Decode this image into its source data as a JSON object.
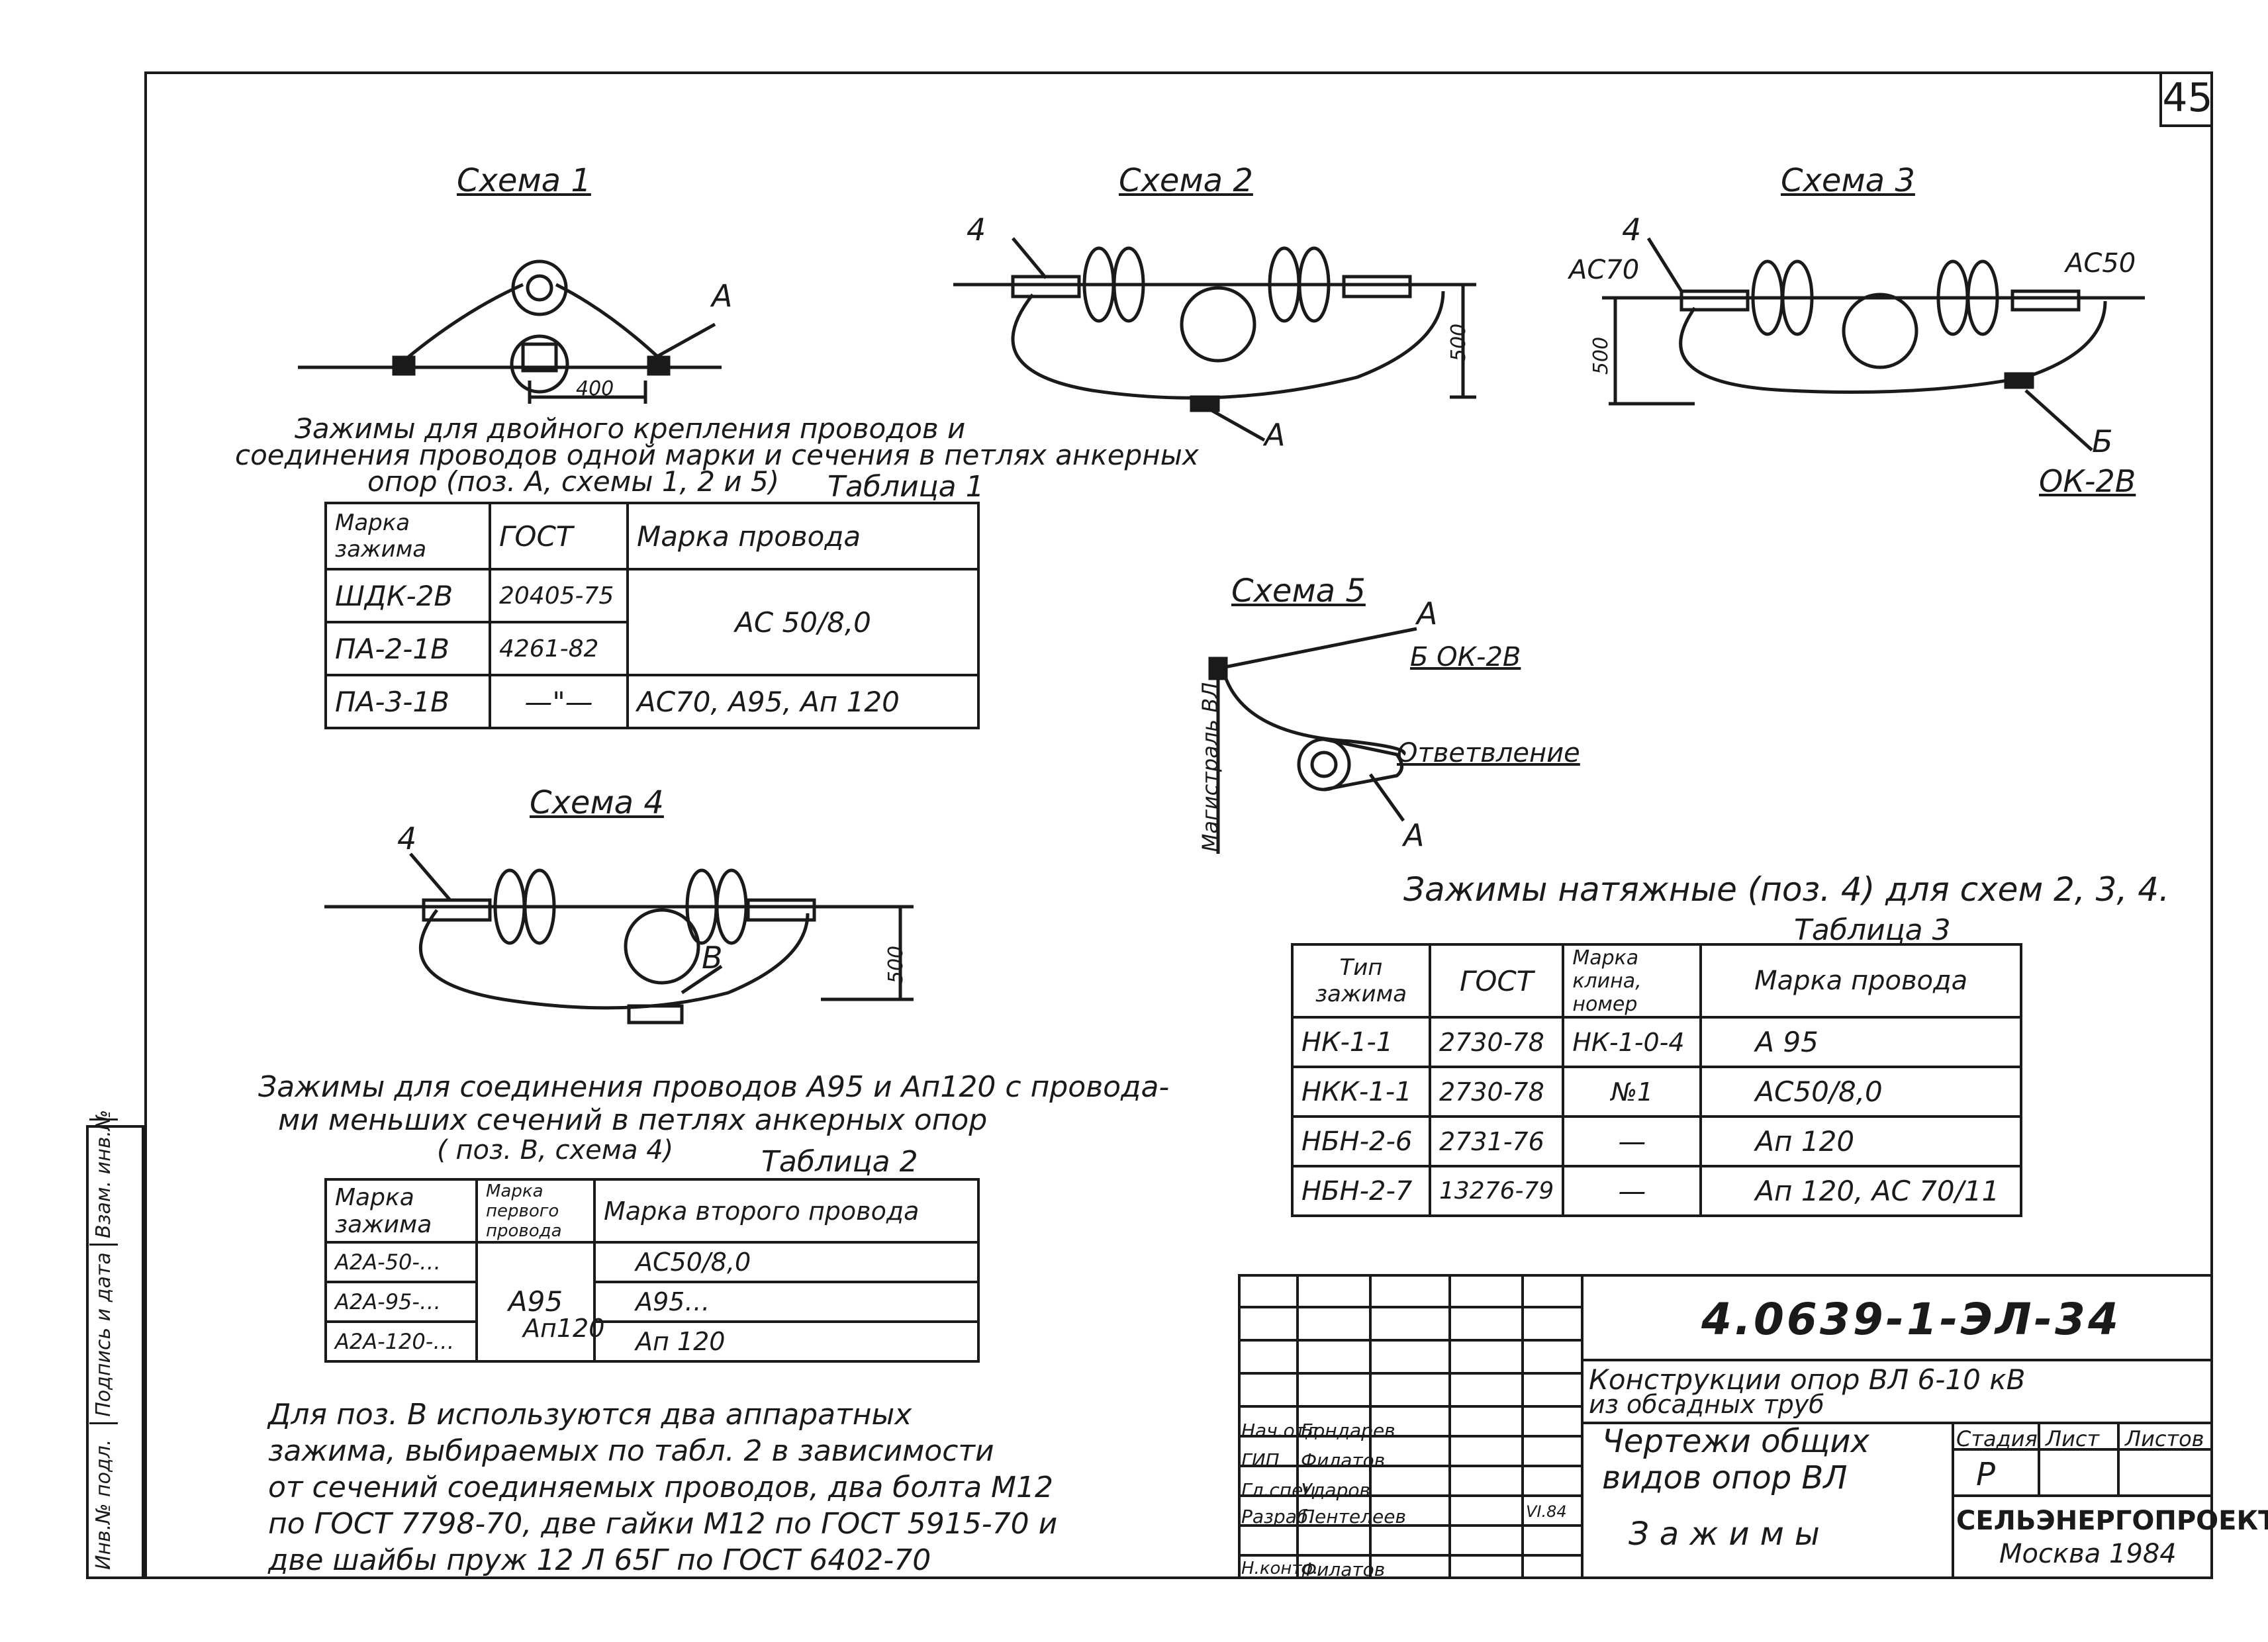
{
  "page_number": "45",
  "schemes": {
    "s1": {
      "title": "Схема 1",
      "label_A": "А",
      "dim": "400"
    },
    "s2": {
      "title": "Схема 2",
      "label_4": "4",
      "label_A": "А",
      "dim": "500"
    },
    "s3": {
      "title": "Схема 3",
      "label_4": "4",
      "label_ac70": "АС70",
      "label_ac50": "АС50",
      "dim": "500",
      "label_B": "Б",
      "label_ok": "ОК-2В"
    },
    "s4": {
      "title": "Схема 4",
      "label_4": "4",
      "label_V": "В",
      "dim": "500"
    },
    "s5": {
      "title": "Схема 5",
      "label_A1": "А",
      "label_B_ok": "Б ОК-2В",
      "label_main": "Магистраль ВЛ",
      "label_branch": "Ответвление",
      "label_A2": "А"
    }
  },
  "table1": {
    "caption": "Зажимы для двойного крепления проводов и соединения проводов одной марки и сечения в петлях анкерных опор (поз. А, схемы 1, 2 и 5)",
    "caption_line1": "Зажимы для двойного крепления проводов и",
    "caption_line2": "соединения проводов одной марки и сечения в петлях анкерных",
    "caption_line3": "опор (поз. А, схемы 1, 2 и 5)",
    "name": "Таблица 1",
    "headers": [
      "Марка зажима",
      "ГОСТ",
      "Марка провода"
    ],
    "rows": [
      [
        "ШДК-2В",
        "20405-75",
        "АС 50/8,0"
      ],
      [
        "ПА-2-1В",
        "4261-82",
        ""
      ],
      [
        "ПА-3-1В",
        "—\"—",
        "АС70, А95, Ап 120"
      ]
    ]
  },
  "table2": {
    "caption_line1": "Зажимы для соединения проводов А95 и Ап120 с провода-",
    "caption_line2": "ми меньших сечений в петлях анкерных опор",
    "caption_line3": "( поз. В, схема 4)",
    "name": "Таблица 2",
    "headers": [
      "Марка зажима",
      "Марка первого провода",
      "Марка второго провода"
    ],
    "rows": [
      [
        "А2А-50-…",
        "А95",
        "АС50/8,0"
      ],
      [
        "А2А-95-…",
        "Ап120",
        "А95…"
      ],
      [
        "А2А-120-…",
        "",
        "Ап 120"
      ]
    ]
  },
  "table3": {
    "caption": "Зажимы натяжные (поз. 4) для схем 2, 3, 4.",
    "name": "Таблица 3",
    "headers": [
      "Тип зажима",
      "ГОСТ",
      "Марка клина, номер",
      "Марка провода"
    ],
    "rows": [
      [
        "НК-1-1",
        "2730-78",
        "НК-1-0-4",
        "А 95"
      ],
      [
        "НКК-1-1",
        "2730-78",
        "№1",
        "АС50/8,0"
      ],
      [
        "НБН-2-6",
        "2731-76",
        "—",
        "Ап 120"
      ],
      [
        "НБН-2-7",
        "13276-79",
        "—",
        "Ап 120, АС 70/11"
      ]
    ]
  },
  "note": {
    "line1": "Для поз. В используются два аппаратных",
    "line2": "зажима, выбираемых по табл. 2 в зависимости",
    "line3": "от сечений соединяемых проводов, два болта М12",
    "line4": "по ГОСТ 7798-70, две гайки М12 по ГОСТ 5915-70 и",
    "line5": "две шайбы пруж 12 Л 65Г по ГОСТ 6402-70"
  },
  "title_block": {
    "code": "4.0639-1-ЭЛ-34",
    "project_line1": "Конструкции опор ВЛ 6-10 кВ",
    "project_line2": "из обсадных труб",
    "drawing_line1": "Чертежи общих",
    "drawing_line2": "видов опор ВЛ",
    "sheet_name": "Зажимы",
    "col_stage": "Стадия",
    "col_sheet": "Лист",
    "col_sheets": "Листов",
    "stage_value": "Р",
    "org": "СЕЛЬЭНЕРГОПРОЕКТ",
    "city_year": "Москва 1984",
    "date": "VI.84",
    "signers": [
      {
        "role": "Нач.отд.",
        "name": "Бондарев"
      },
      {
        "role": "ГИП",
        "name": "Филатов"
      },
      {
        "role": "Гл.спец.",
        "name": "Ударов"
      },
      {
        "role": "Разраб.",
        "name": "Пентелеев"
      },
      {
        "role": "",
        "name": ""
      },
      {
        "role": "Н.контр.",
        "name": "Филатов"
      }
    ]
  },
  "side_stamp": [
    "Инв.№ подл.",
    "Подпись и дата",
    "Взам. инв.№"
  ]
}
